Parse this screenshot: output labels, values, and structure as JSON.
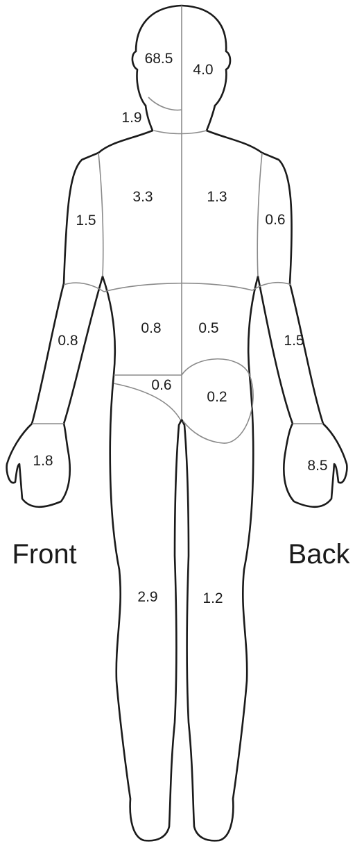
{
  "side_labels": {
    "front": "Front",
    "back": "Back"
  },
  "regions": {
    "head_front": "68.5",
    "head_back": "4.0",
    "neck": "1.9",
    "chest": "3.3",
    "upper_back": "1.3",
    "upper_arm_front": "1.5",
    "upper_arm_back": "0.6",
    "abdomen": "0.8",
    "lower_back": "0.5",
    "forearm_front": "0.8",
    "forearm_back": "1.5",
    "genitals": "0.6",
    "buttock": "0.2",
    "hand_front": "1.8",
    "hand_back": "8.5",
    "leg_front": "2.9",
    "leg_back": "1.2"
  }
}
